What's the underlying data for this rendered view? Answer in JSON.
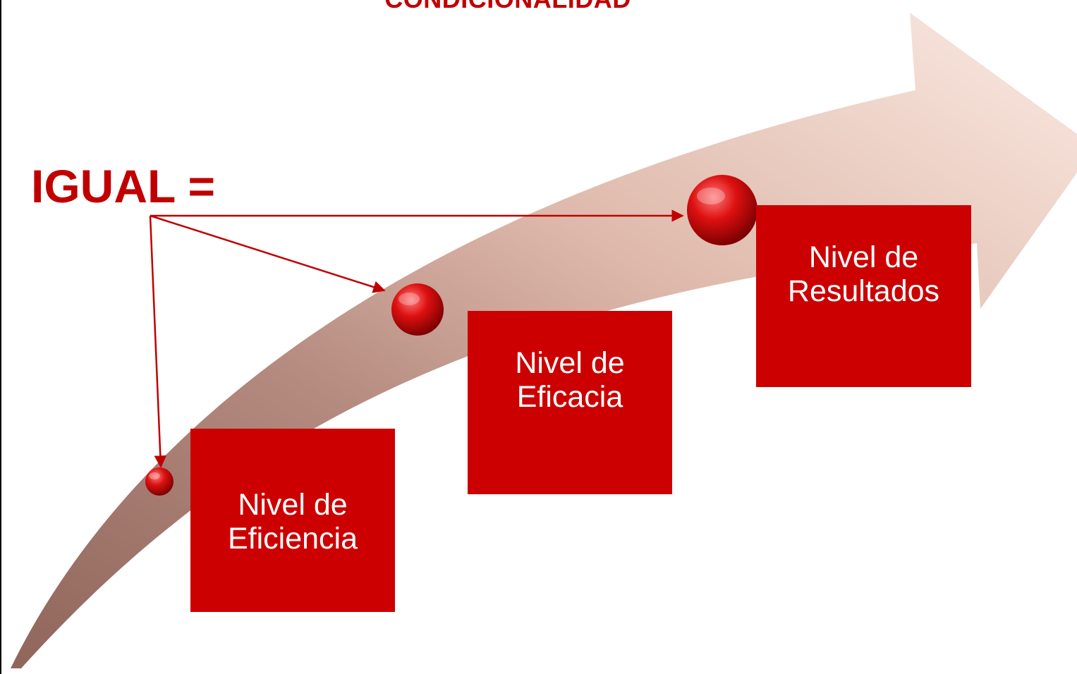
{
  "heading": "CONDICIONALIDAD",
  "igual_label": "IGUAL =",
  "levels": [
    {
      "label": "Nivel  de\nEficiencia"
    },
    {
      "label": "Nivel de\nEficacia"
    },
    {
      "label": "Nivel de\nResultados"
    }
  ],
  "colors": {
    "accent": "#c00000",
    "box_fill": "#cc0000",
    "box_text": "#ffffff",
    "arrow_light": "#f7e1d7",
    "arrow_dark": "#a07468"
  },
  "icons": [
    "sphere-marker-small",
    "sphere-marker-medium",
    "sphere-marker-large"
  ]
}
